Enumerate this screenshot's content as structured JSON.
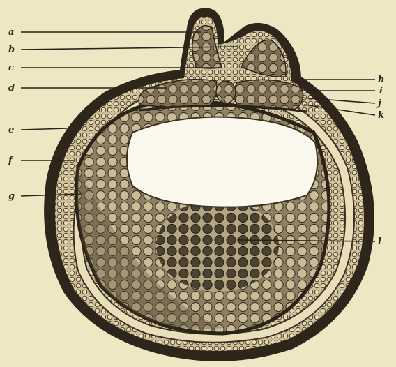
{
  "figure": {
    "labels": {
      "a": "a",
      "b": "b",
      "c": "c",
      "d": "d",
      "e": "e",
      "f": "f",
      "g": "g",
      "h": "h",
      "i": "i",
      "j": "j",
      "k": "k",
      "l": "l"
    }
  }
}
